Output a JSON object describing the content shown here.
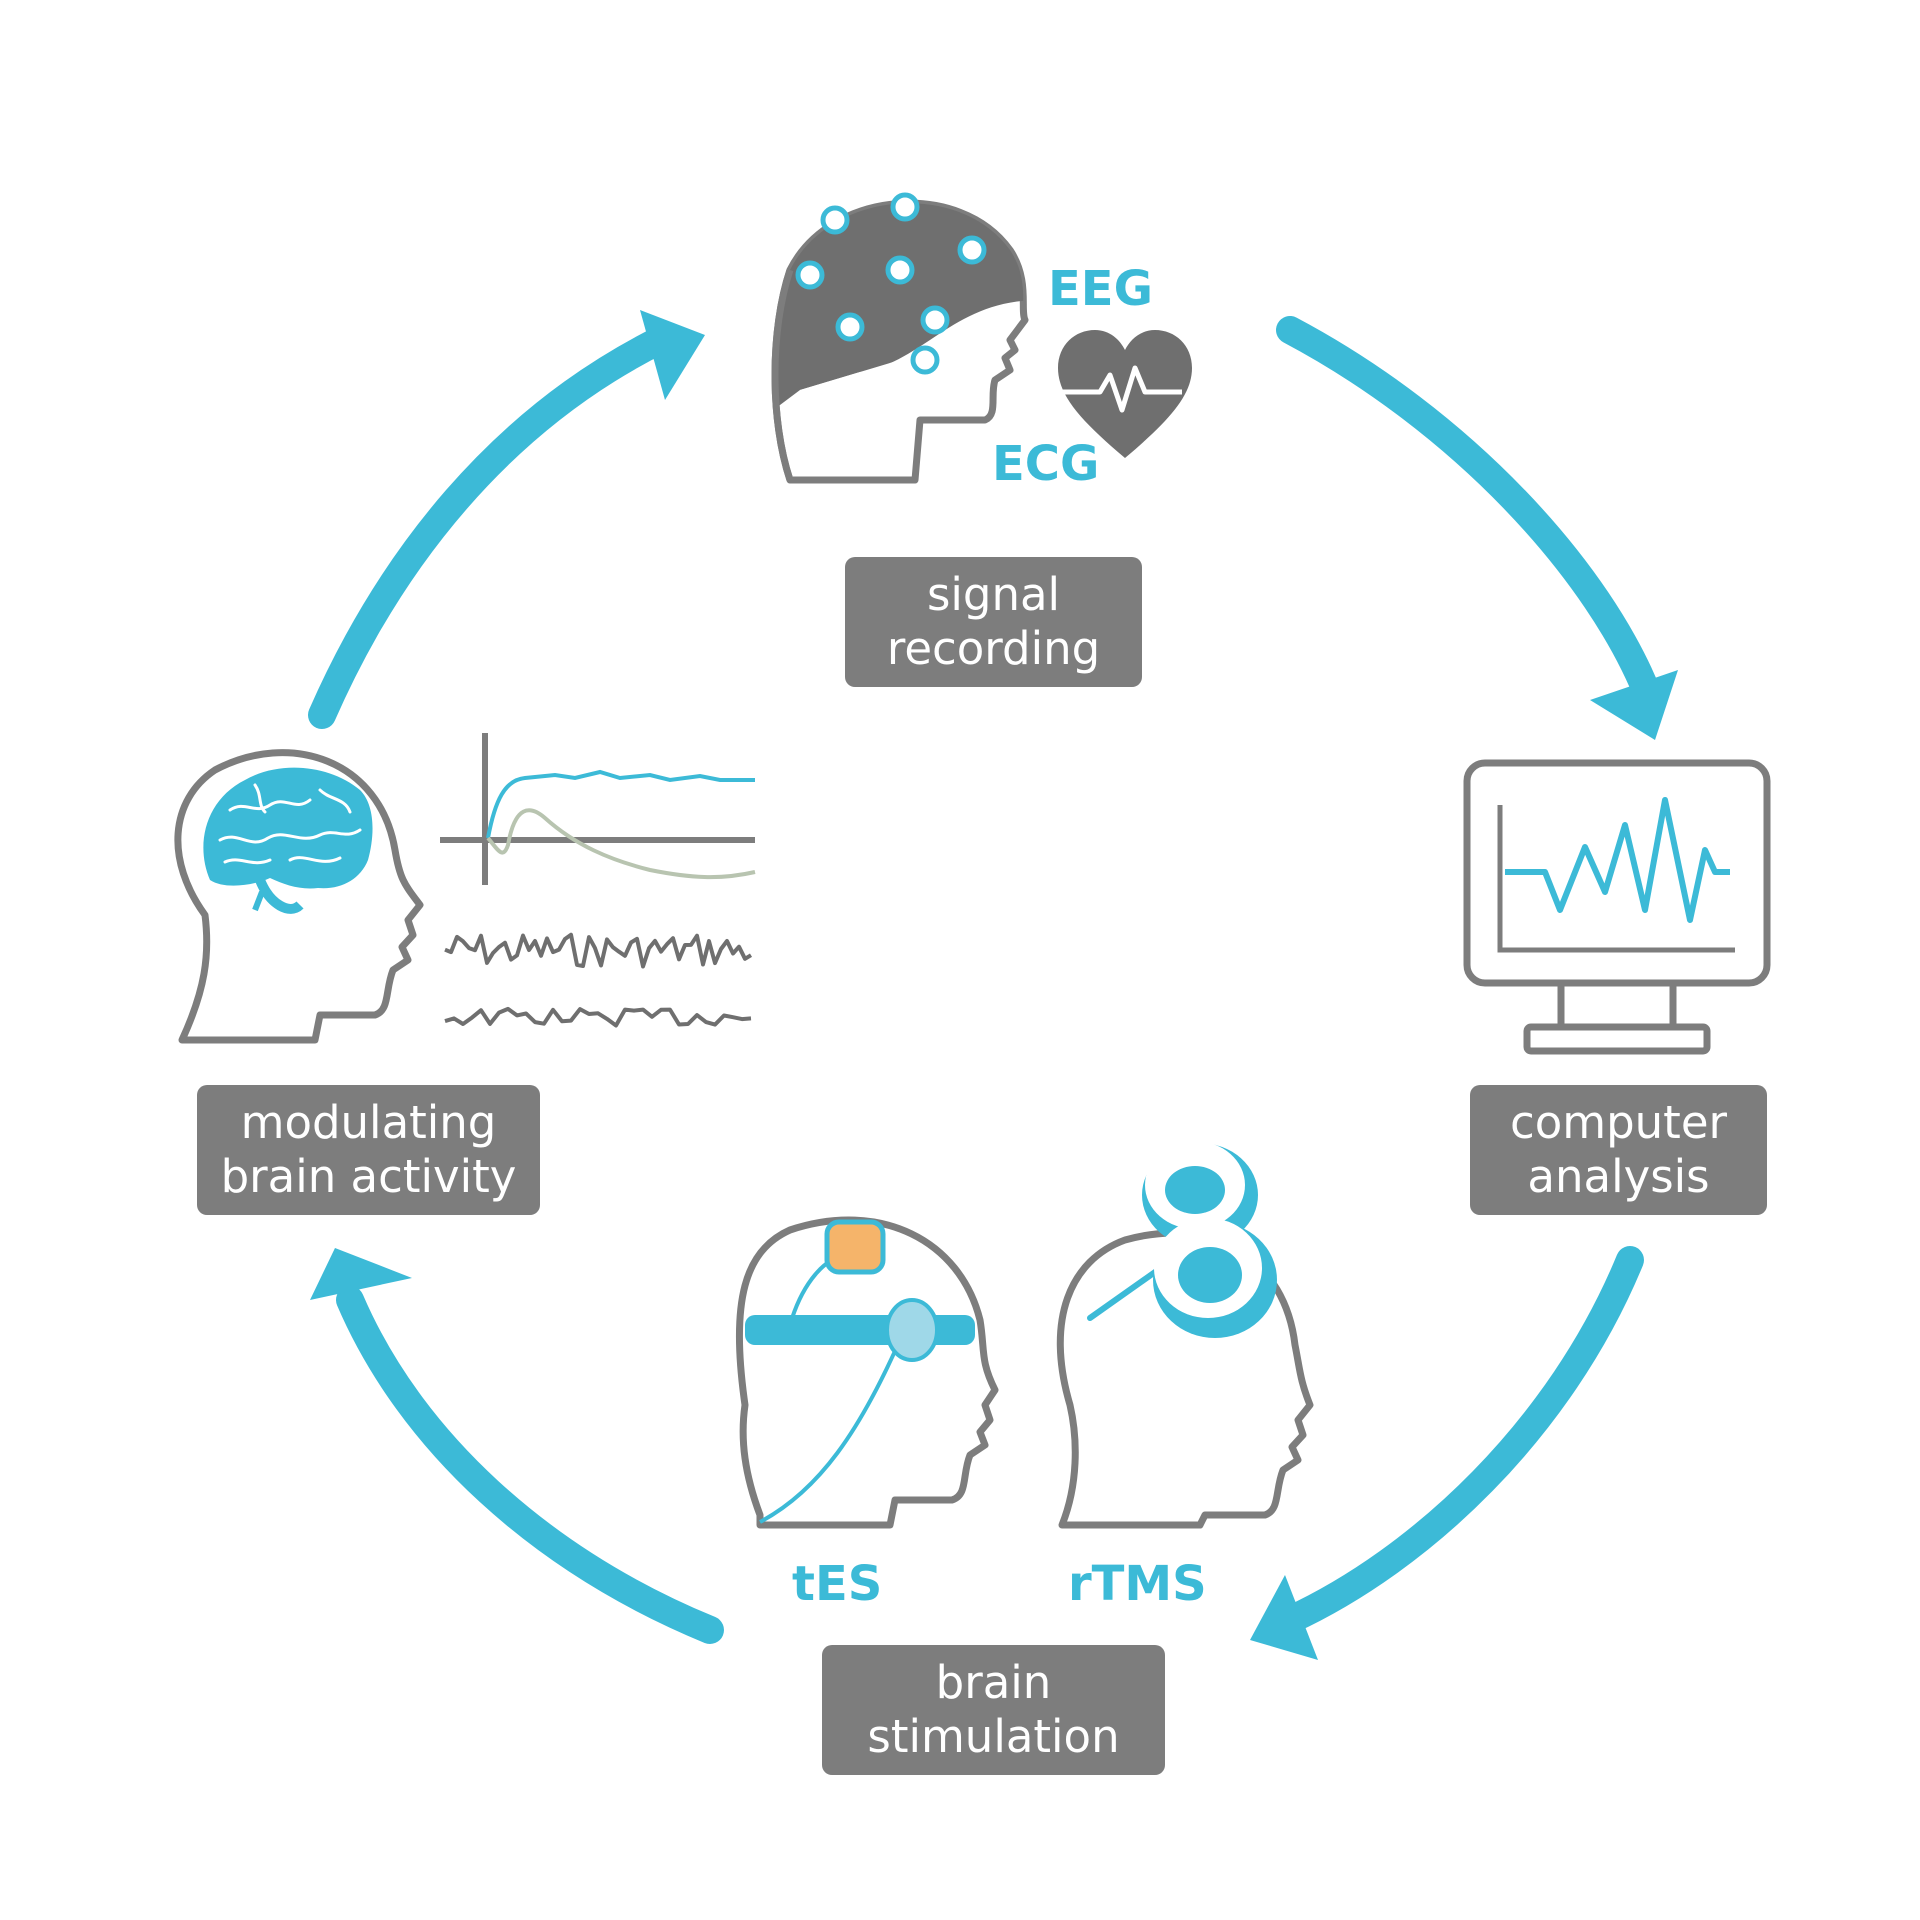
{
  "colors": {
    "accent": "#3cbad7",
    "gray": "#7d7d7d",
    "dark": "#6f6f6f",
    "orange": "#f5b46a"
  },
  "steps": {
    "signal_recording": {
      "line1": "signal",
      "line2": "recording",
      "icon": "eeg-head-icon",
      "tags": {
        "eeg": "EEG",
        "ecg": "ECG"
      }
    },
    "computer_analysis": {
      "line1": "computer",
      "line2": "analysis",
      "icon": "monitor-icon"
    },
    "brain_stimulation": {
      "line1": "brain",
      "line2": "stimulation",
      "icon": "stimulation-heads-icon",
      "tags": {
        "tes": "tES",
        "rtms": "rTMS"
      }
    },
    "modulating_brain_activity": {
      "line1": "modulating",
      "line2": "brain activity",
      "icon": "brain-head-icon"
    }
  },
  "cycle_direction": "clockwise"
}
